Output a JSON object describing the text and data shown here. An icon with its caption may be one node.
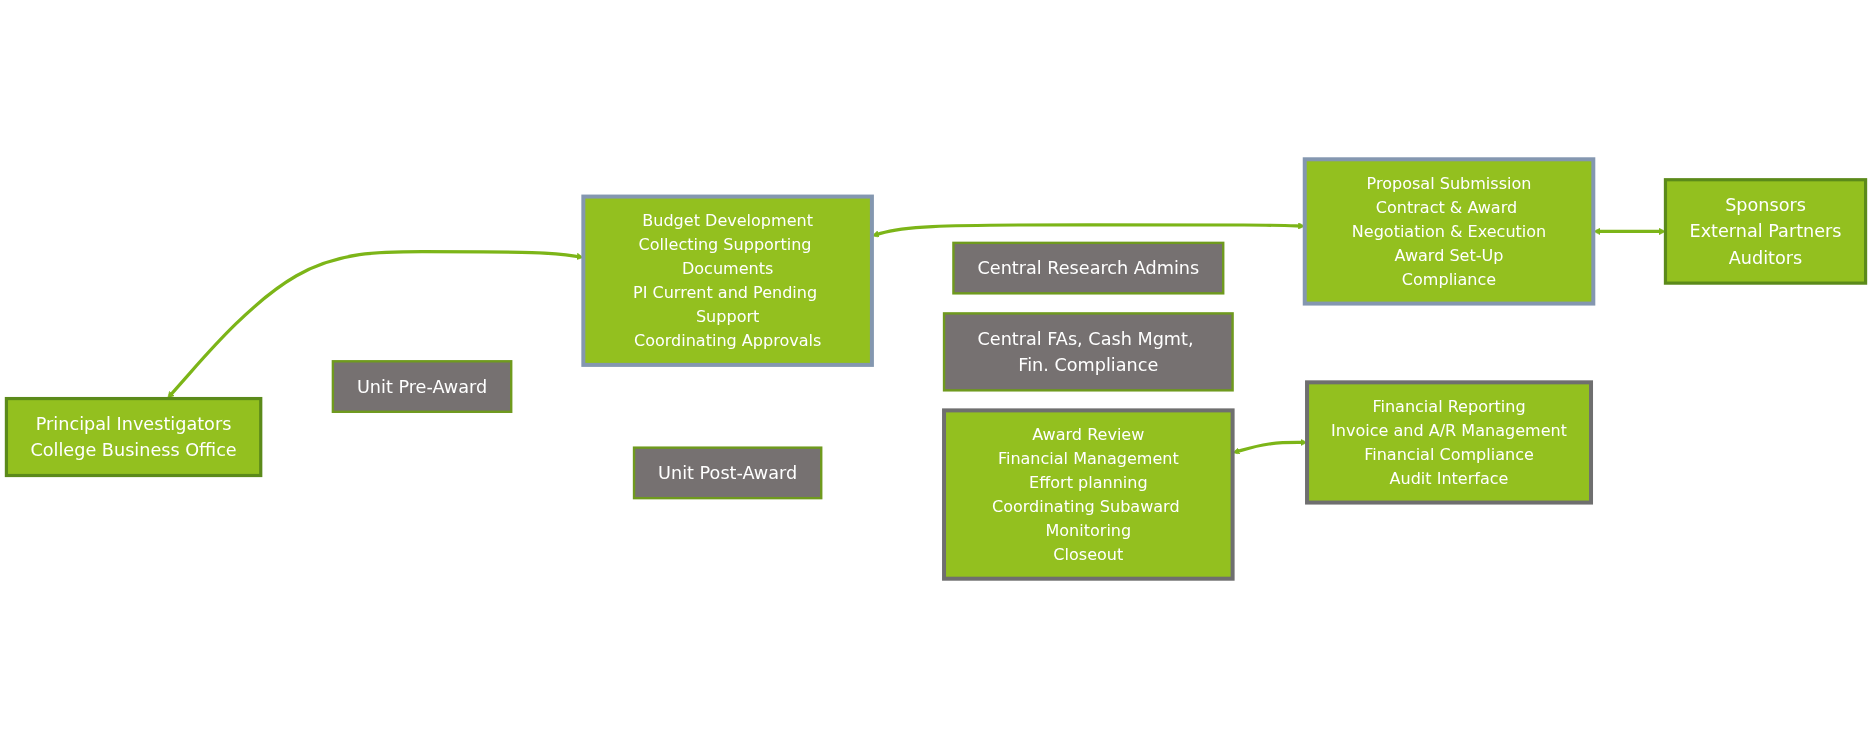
{
  "diagram": {
    "nodes": [
      {
        "text": [
          "Principal Investigators",
          "College Business Office"
        ]
      },
      {
        "text": [
          "Unit Pre-Award"
        ]
      },
      {
        "text": [
          "Budget Development",
          "Collecting Supporting Documents",
          "PI Current and Pending Support",
          "Coordinating Approvals"
        ]
      },
      {
        "text": [
          "Central Research Admins"
        ]
      },
      {
        "text": [
          "Proposal Submission",
          "Contract & Award Negotiation & Execution",
          "Award Set-Up",
          "Compliance"
        ]
      },
      {
        "text": [
          "Sponsors",
          "External Partners",
          "Auditors"
        ]
      },
      {
        "text": [
          "Unit Post-Award"
        ]
      },
      {
        "text": [
          "Award Review",
          "Financial Management",
          "Effort planning",
          "Coordinating Subaward Monitoring",
          "Closeout"
        ]
      },
      {
        "text": [
          "Central FAs, Cash Mgmt, Fin. Compliance"
        ]
      },
      {
        "text": [
          "Financial Reporting",
          "Invoice and A/R Management",
          "Financial Compliance",
          "Audit Interface"
        ]
      }
    ],
    "edges": [
      {
        "from": 0,
        "to": 2,
        "arrow": "both"
      },
      {
        "from": 2,
        "to": 4,
        "arrow": "both"
      },
      {
        "from": 4,
        "to": 5,
        "arrow": "both"
      },
      {
        "from": 7,
        "to": 9,
        "arrow": "both"
      }
    ]
  }
}
